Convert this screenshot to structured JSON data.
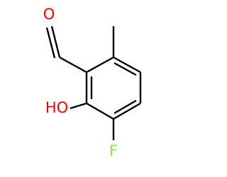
{
  "molecule": {
    "atoms": {
      "oxygen_aldehyde": {
        "symbol": "O",
        "color": "#ff0000"
      },
      "hydroxyl": {
        "symbol": "HO",
        "color": "#ff0000"
      },
      "fluorine": {
        "symbol": "F",
        "color": "#90e050"
      }
    },
    "bond_color": "#000000"
  }
}
